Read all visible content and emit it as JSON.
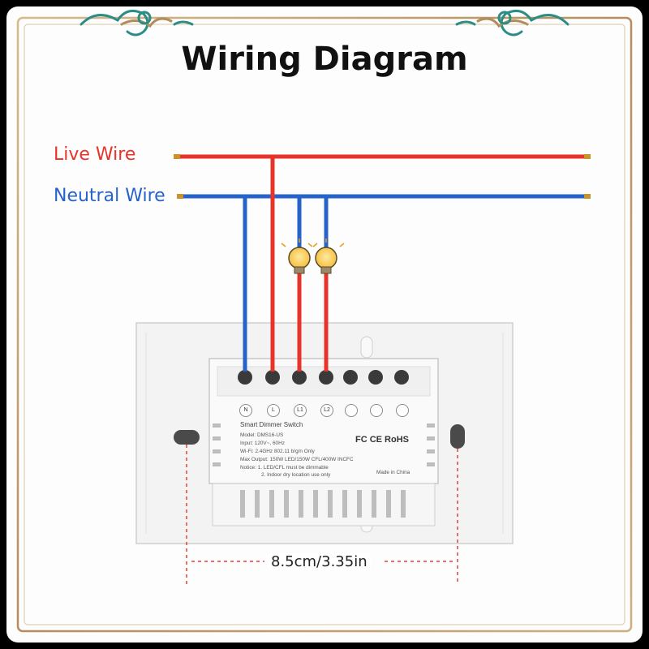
{
  "title": "Wiring Diagram",
  "wires": {
    "live_label": "Live Wire",
    "neutral_label": "Neutral Wire",
    "live_color": "#e8332a",
    "neutral_color": "#2563c9"
  },
  "switch": {
    "terminals": [
      "N",
      "L",
      "L1",
      "L2",
      "",
      "",
      ""
    ],
    "module_title": "Smart Dimmer Switch",
    "specs": [
      "Model: DMS16-US",
      "Input: 120V~, 60Hz",
      "Wi-Fi: 2.4GHz 802.11 b/g/n Only",
      "Max Output: 150W LED/150W CFL/400W INCFC",
      "Notice: 1. LED/CFL must be dimmable",
      "2. Indoor dry location use only"
    ],
    "certifications": "FC CE RoHS",
    "made_in": "Made in China"
  },
  "dimension": "8.5cm/3.35in",
  "icons": [
    "bulb-icon",
    "bulb-icon",
    "decorative-cloud-ornament-icon"
  ]
}
